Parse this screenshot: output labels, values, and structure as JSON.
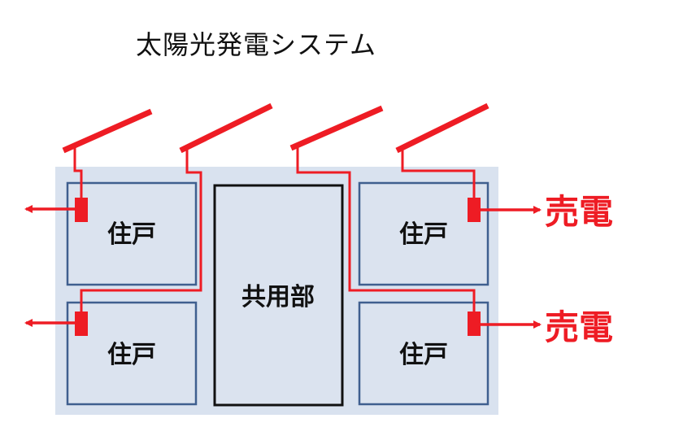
{
  "title": "太陽光発電システム",
  "units": {
    "top_left": "住戸",
    "bottom_left": "住戸",
    "common": "共用部",
    "top_right": "住戸",
    "bottom_right": "住戸"
  },
  "sell_labels": {
    "upper": "売電",
    "lower": "売電"
  },
  "colors": {
    "building_fill": "#d9e2ef",
    "unit_fill": "#dbe3ef",
    "unit_border": "#3f5f8f",
    "common_border": "#111111",
    "wire": "#ee1c24",
    "sell_text": "#ee1c24"
  }
}
